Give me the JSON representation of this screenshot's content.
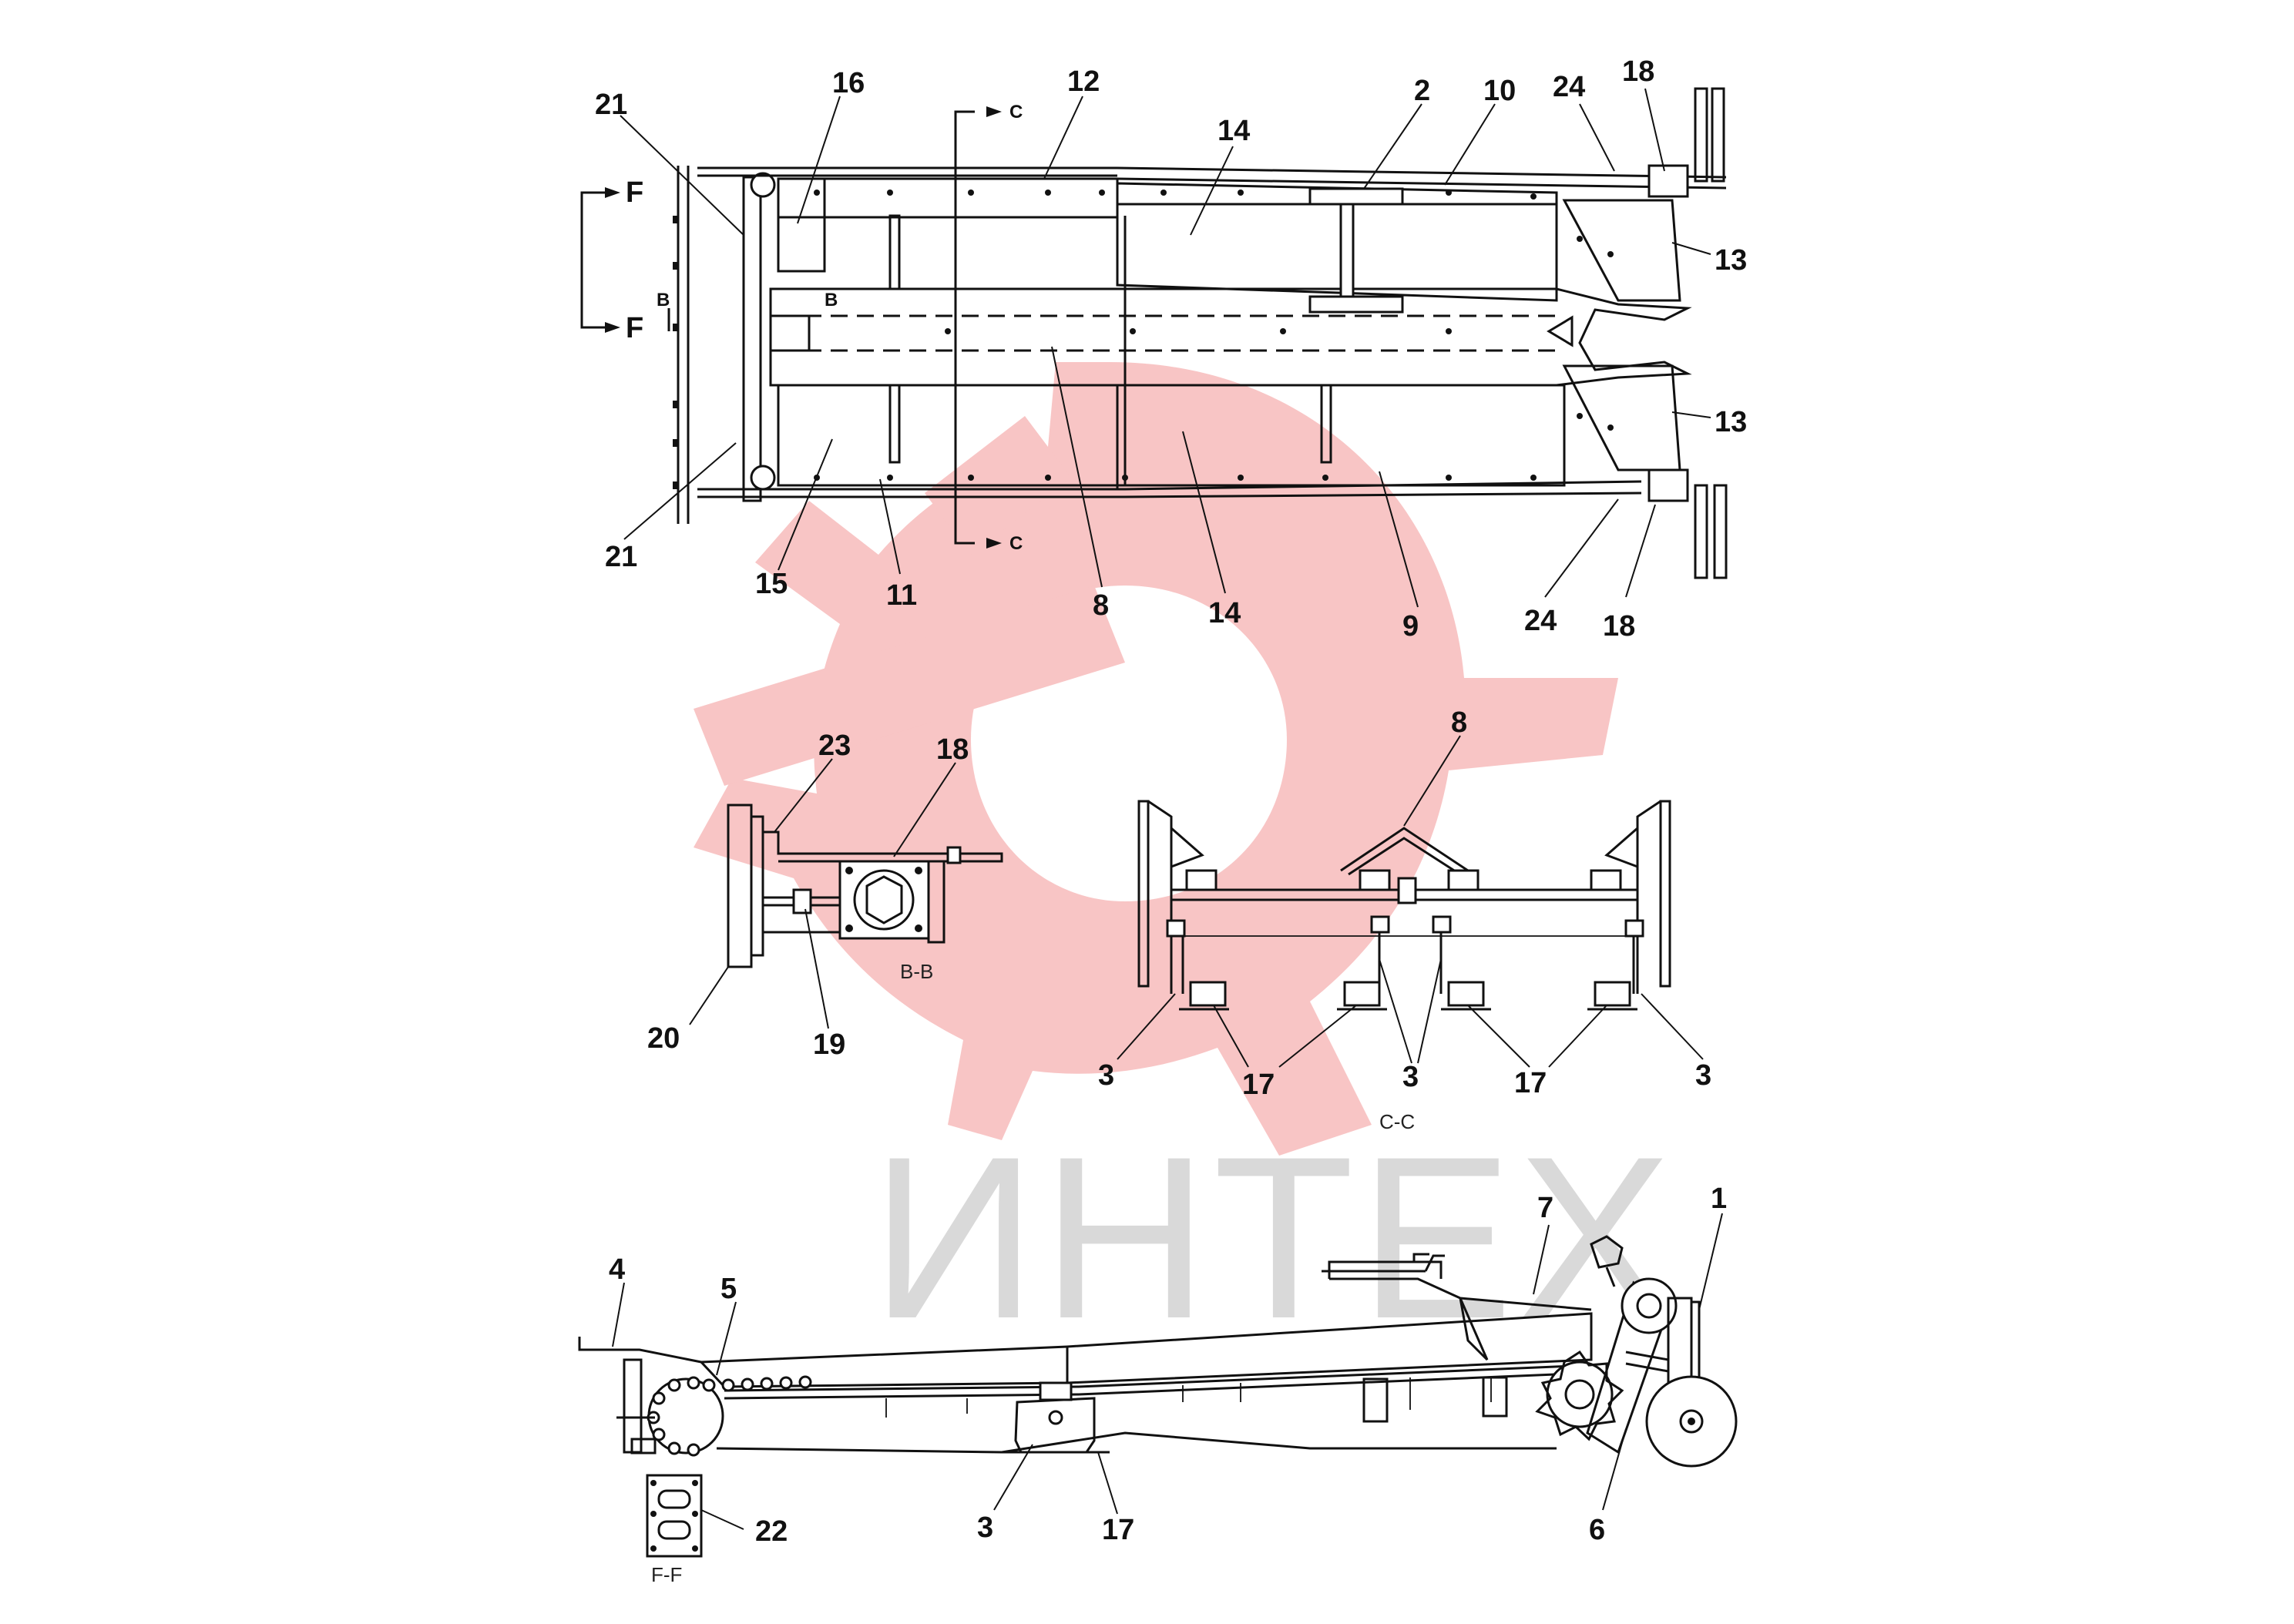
{
  "watermark": {
    "text": "ИНТЕХ",
    "logo_color": "#f4a3a3",
    "text_color": "#d9d9d9",
    "icon": "gear-wrench-icon"
  },
  "views": {
    "top": {
      "section_c": "C",
      "section_b": "B",
      "section_f": "F",
      "callouts": [
        "21",
        "16",
        "12",
        "14",
        "2",
        "10",
        "24",
        "18",
        "13",
        "13",
        "21",
        "15",
        "11",
        "8",
        "14",
        "9",
        "24",
        "18"
      ]
    },
    "bb": {
      "label": "B-B",
      "callouts": [
        "23",
        "18",
        "20",
        "19"
      ]
    },
    "cc": {
      "label": "C-C",
      "callouts": [
        "8",
        "3",
        "17",
        "3",
        "17",
        "3"
      ]
    },
    "side": {
      "callouts": [
        "4",
        "5",
        "7",
        "1",
        "3",
        "17",
        "6"
      ]
    },
    "ff": {
      "label": "F-F",
      "callouts": [
        "22"
      ]
    }
  }
}
